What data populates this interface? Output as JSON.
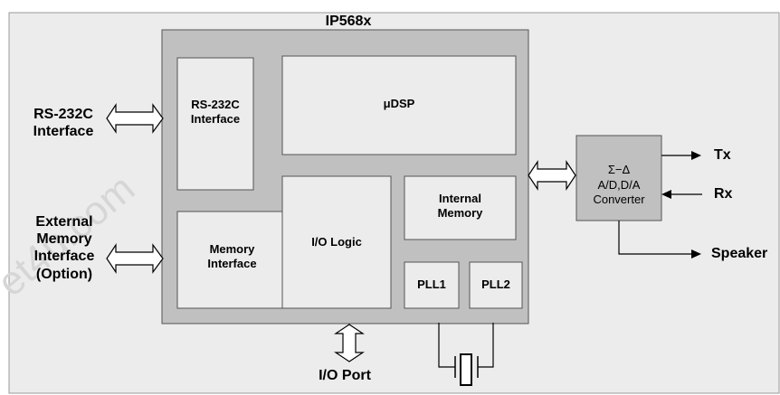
{
  "chip_title": "IP568x",
  "blocks": {
    "rs232c_interface": "RS-232C\nInterface",
    "udsp": "μDSP",
    "memory_interface": "Memory\nInterface",
    "io_logic": "I/O Logic",
    "internal_memory": "Internal\nMemory",
    "pll1": "PLL1",
    "pll2": "PLL2",
    "converter_symbol": "Σ−Δ",
    "converter": "A/D,D/A\nConverter"
  },
  "external": {
    "rs232c": "RS-232C\nInterface",
    "ext_memory": "External\nMemory\nInterface\n(Option)",
    "io_port": "I/O Port",
    "tx": "Tx",
    "rx": "Rx",
    "speaker": "Speaker"
  },
  "colors": {
    "background": "#ececec",
    "chip_fill": "#c0c0c0",
    "block_fill": "#ececec",
    "converter_fill": "#c0c0c0",
    "line": "#000000"
  }
}
